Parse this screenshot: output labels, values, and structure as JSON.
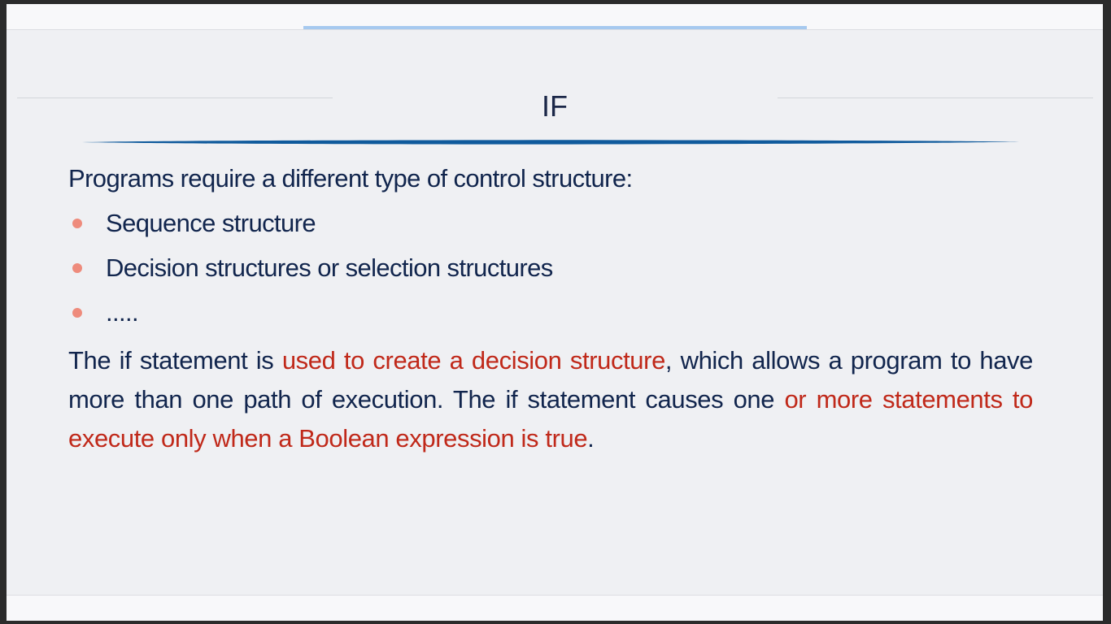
{
  "slide": {
    "title": "IF",
    "intro": "Programs require a different type of control structure:",
    "bullets": [
      "Sequence structure",
      "Decision structures or selection structures",
      "....."
    ],
    "paragraph": {
      "part1": "The if statement is ",
      "highlight1": "used to create a decision structure",
      "part2": ", which allows a program to have more than one path of execution. The if statement causes one ",
      "highlight2": "or more statements to execute only when a Boolean expression is true",
      "part3": "."
    }
  },
  "colors": {
    "text": "#11254d",
    "highlight": "#c0291a",
    "bullet": "#ee8b7c",
    "underline": "#0f5a9c",
    "accent": "#a6c9ef"
  }
}
